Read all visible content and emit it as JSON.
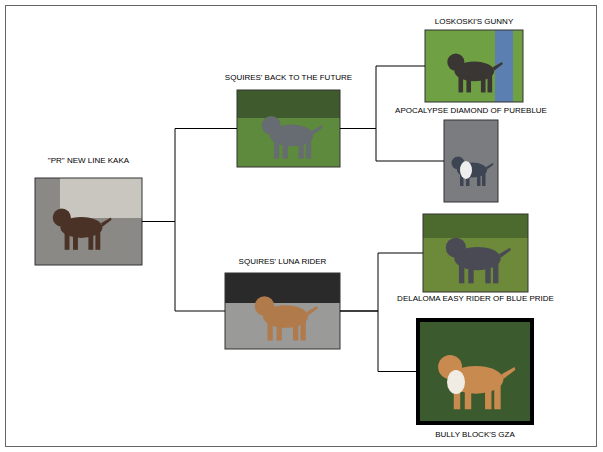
{
  "diagram": {
    "nodes": [
      {
        "text": [
          "\"PR\" NEW LINE KAKA"
        ]
      },
      {
        "text": [
          "SQUIRES' BACK TO THE FUTURE"
        ]
      },
      {
        "text": [
          "SQUIRES' LUNA RIDER"
        ]
      },
      {
        "text": [
          "LOSKOSKI'S GUNNY"
        ]
      },
      {
        "text": [
          "APOCALYPSE DIAMOND OF PUREBLUE"
        ]
      },
      {
        "text": [
          "DELALOMA EASY RIDER OF BLUE PRIDE"
        ]
      },
      {
        "text": [
          "BULLY BLOCK'S GZA"
        ]
      }
    ],
    "edges": [
      {
        "from": 0,
        "to": 1,
        "arrow": "none"
      },
      {
        "from": 0,
        "to": 2,
        "arrow": "none"
      },
      {
        "from": 1,
        "to": 3,
        "arrow": "none"
      },
      {
        "from": 1,
        "to": 4,
        "arrow": "none"
      },
      {
        "from": 2,
        "to": 5,
        "arrow": "none"
      },
      {
        "from": 2,
        "to": 6,
        "arrow": "none"
      }
    ]
  }
}
